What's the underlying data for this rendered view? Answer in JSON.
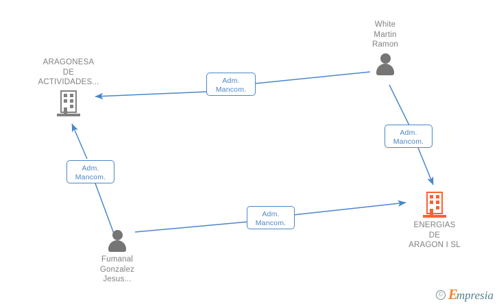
{
  "diagram": {
    "title": "Corporate administration relationship graph",
    "background": "#ffffff",
    "edge_color": "#4a86c8",
    "company_gray": "#808080",
    "company_orange": "#f96232",
    "person_color": "#757575",
    "nodes": [
      {
        "id": "aragonesa",
        "type": "company",
        "icon": "building-icon",
        "label": "ARAGONESA\nDE\nACTIVIDADES...",
        "color": "#808080"
      },
      {
        "id": "white-martin-ramon",
        "type": "person",
        "icon": "person-icon",
        "label": "White\nMartin\nRamon",
        "color": "#757575"
      },
      {
        "id": "energias-de-aragon",
        "type": "company",
        "icon": "building-icon",
        "label": "ENERGIAS\nDE\nARAGON I SL",
        "color": "#f96232"
      },
      {
        "id": "fumanal-gonzalez-jesus",
        "type": "person",
        "icon": "person-icon",
        "label": "Fumanal\nGonzalez\nJesus...",
        "color": "#757575"
      }
    ],
    "edges": [
      {
        "id": "edge-white-to-aragonesa",
        "from": "white-martin-ramon",
        "to": "aragonesa",
        "label": "Adm.\nMancom."
      },
      {
        "id": "edge-white-to-energias",
        "from": "white-martin-ramon",
        "to": "energias-de-aragon",
        "label": "Adm.\nMancom."
      },
      {
        "id": "edge-fumanal-to-aragonesa",
        "from": "fumanal-gonzalez-jesus",
        "to": "aragonesa",
        "label": "Adm.\nMancom."
      },
      {
        "id": "edge-fumanal-to-energias",
        "from": "fumanal-gonzalez-jesus",
        "to": "energias-de-aragon",
        "label": "Adm.\nMancom."
      }
    ]
  },
  "watermark": {
    "copyright": "©",
    "brand_initial": "E",
    "brand_rest": "mpresia",
    "initial_color": "#f0852a",
    "rest_color": "#52818c"
  }
}
